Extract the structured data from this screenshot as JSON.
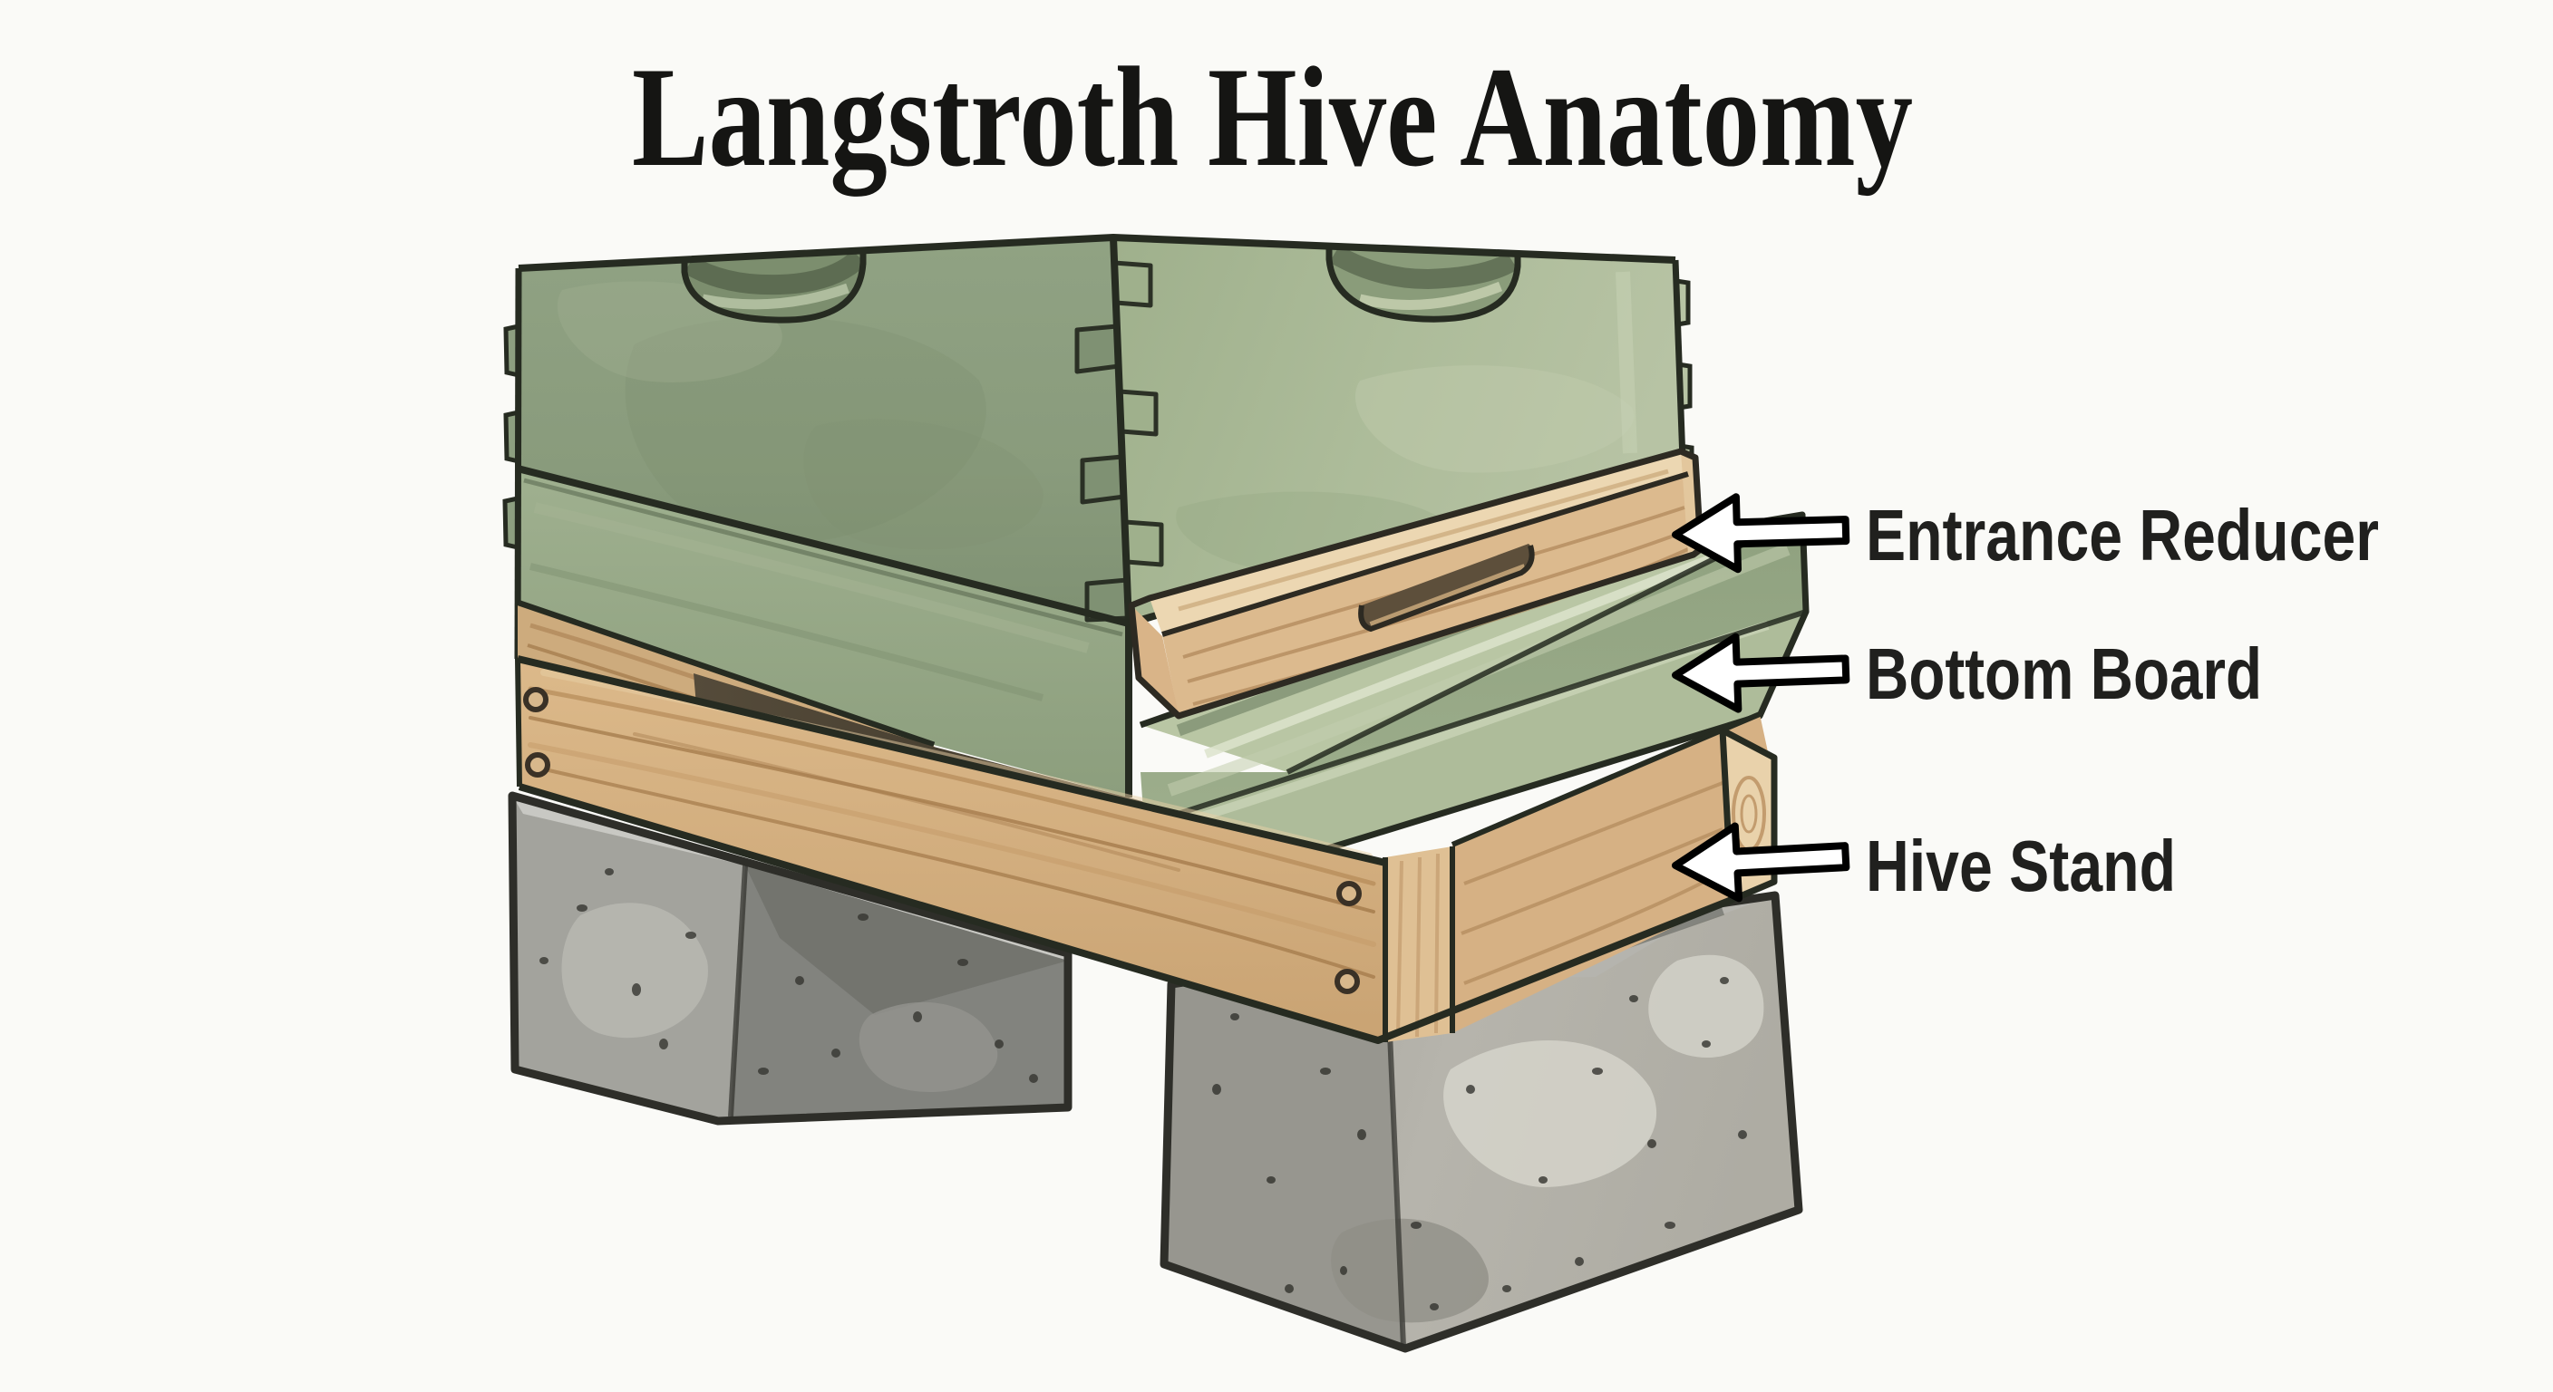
{
  "title": {
    "text": "Langstroth Hive Anatomy"
  },
  "labels": [
    {
      "id": "entrance-reducer",
      "text": "Entrance Reducer"
    },
    {
      "id": "bottom-board",
      "text": "Bottom Board"
    },
    {
      "id": "hive-stand",
      "text": "Hive Stand"
    }
  ],
  "illustration": {
    "style": "watercolor",
    "parts": [
      "green hive body with handhold recesses and box joints",
      "wooden entrance reducer with notched opening",
      "green bottom board with landing lip",
      "wooden hive stand frame with screws",
      "two concrete blocks"
    ]
  },
  "colors": {
    "paper": "#fafaf7",
    "ink": "#272b21",
    "hive_green_dark": "#8a9c7d",
    "hive_green_light": "#aebc9b",
    "wood_light": "#e9d3ae",
    "wood_mid": "#d2ad7e",
    "wood_grain": "#8f6434",
    "concrete_light": "#b4b2aa",
    "concrete_dark": "#82837e",
    "arrow_fill": "#ffffff",
    "arrow_stroke": "#000000"
  }
}
